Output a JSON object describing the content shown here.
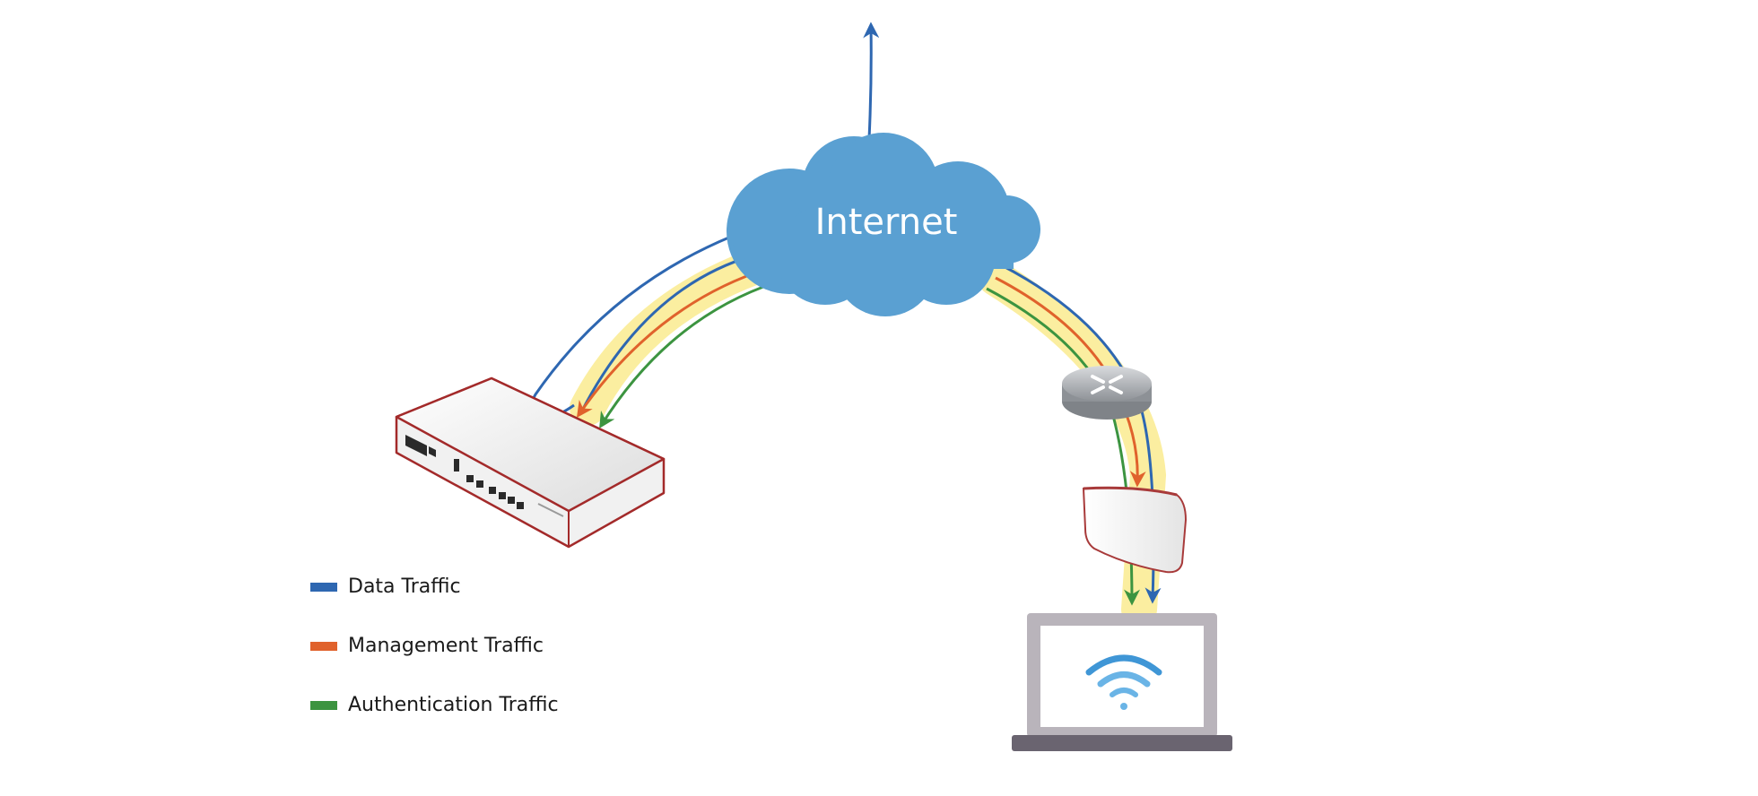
{
  "diagram": {
    "cloud_label": "Internet"
  },
  "legend": {
    "items": [
      {
        "label": "Data Traffic",
        "color": "#2e67b1"
      },
      {
        "label": "Management Traffic",
        "color": "#e0622c"
      },
      {
        "label": "Authentication Traffic",
        "color": "#3c9440"
      }
    ]
  },
  "colors": {
    "data": "#2e67b1",
    "management": "#e0622c",
    "authentication": "#3c9440",
    "highlight": "#fbeea0",
    "cloud": "#5aa0d2",
    "appliance_border": "#a32a2a",
    "laptop_frame": "#b9b4bb",
    "laptop_base": "#6a6470",
    "wifi": "#3f96d6"
  }
}
